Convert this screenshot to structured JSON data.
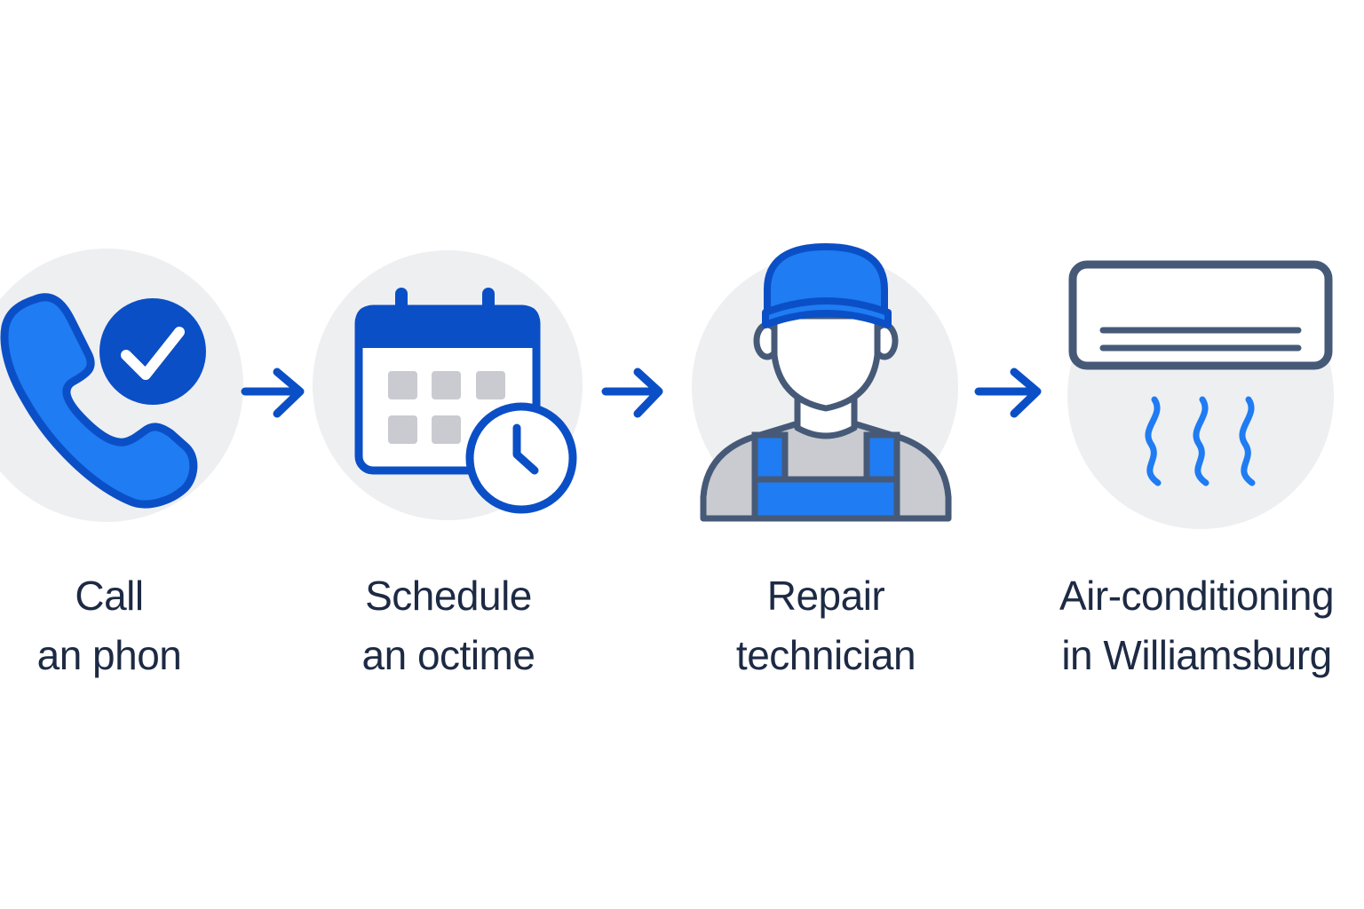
{
  "steps": [
    {
      "line1": "Call",
      "line2": "an phon",
      "icon": "phone-check-icon"
    },
    {
      "line1": "Schedule",
      "line2": "an octime",
      "icon": "calendar-clock-icon"
    },
    {
      "line1": "Repair",
      "line2": "technician",
      "icon": "technician-icon"
    },
    {
      "line1": "Air-conditioning",
      "line2": "in Williamsburg",
      "icon": "air-conditioner-icon"
    }
  ],
  "colors": {
    "primary_blue": "#1f7cf2",
    "dark_blue": "#0b4fc6",
    "slate": "#465a78",
    "circle_bg": "#eeeff1",
    "gray_cell": "#c9cbd0",
    "text": "#1d2a44"
  }
}
